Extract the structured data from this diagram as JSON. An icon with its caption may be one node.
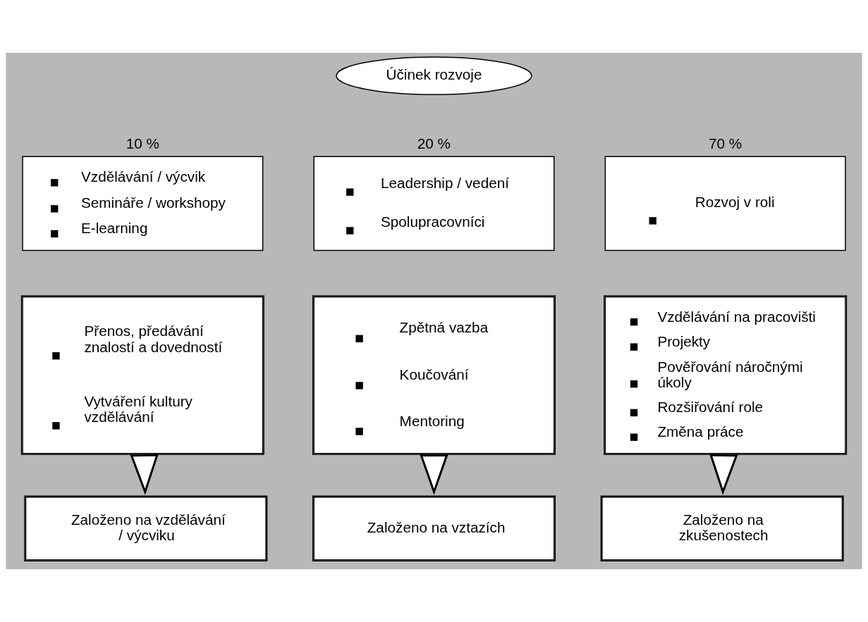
{
  "diagram": {
    "nodes": [
      {
        "text": [
          "Účinek rozvoje"
        ]
      },
      {
        "text": [
          "10 %",
          "Vzdělávání / výcvik",
          "Semináře / workshopy",
          "E-learning"
        ]
      },
      {
        "text": [
          "20 %",
          "Leadership / vedení",
          "Spolupracovníci"
        ]
      },
      {
        "text": [
          "70 %",
          "Rozvoj v roli"
        ]
      },
      {
        "text": [
          "Přenos, předávání znalostí a dovedností",
          "Vytváření kultury vzdělávání"
        ]
      },
      {
        "text": [
          "Zpětná vazba",
          "Koučování",
          "Mentoring"
        ]
      },
      {
        "text": [
          "Vzdělávání na pracovišti",
          "Projekty",
          "Pověřování náročnými úkoly",
          "Rozšiřování role",
          "Změna práce"
        ]
      },
      {
        "text": [
          "Založeno na vzdělávání / výcviku"
        ]
      },
      {
        "text": [
          "Založeno na vztazích"
        ]
      },
      {
        "text": [
          "Založeno na zkušenostech"
        ]
      }
    ],
    "edges": [
      {
        "from": 4,
        "to": 7,
        "arrow": "to",
        "style": "thick"
      },
      {
        "from": 5,
        "to": 8,
        "arrow": "to",
        "style": "thick"
      },
      {
        "from": 6,
        "to": 9,
        "arrow": "to",
        "style": "thick"
      }
    ]
  }
}
